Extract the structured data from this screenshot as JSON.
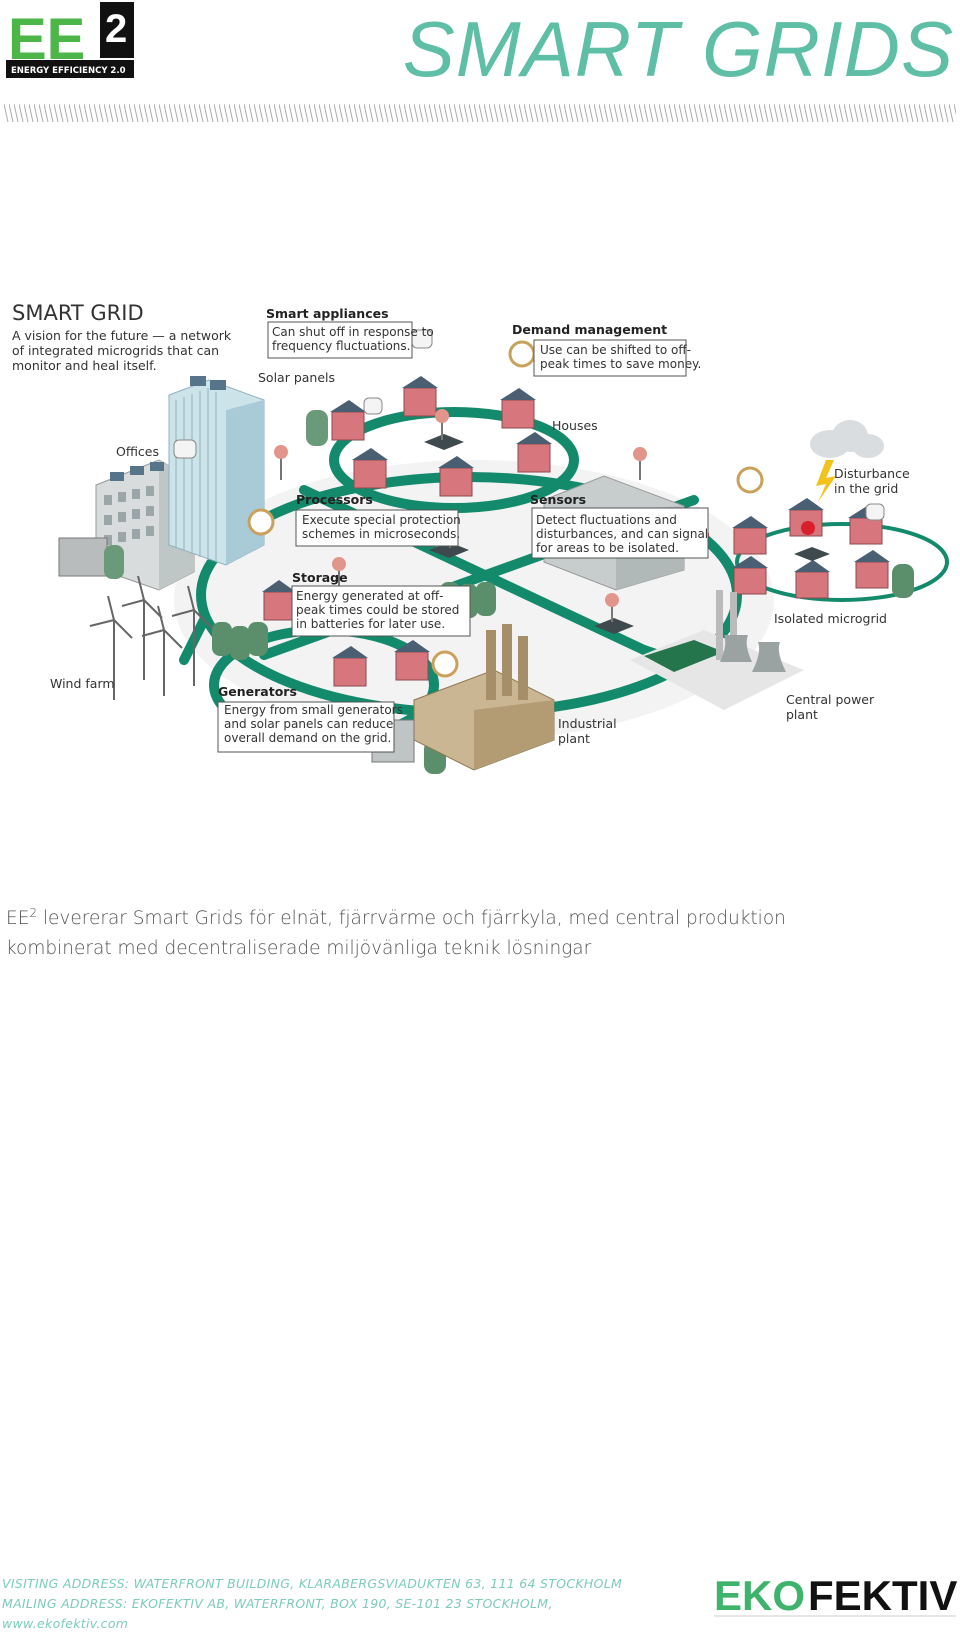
{
  "header": {
    "logo": {
      "mark": "EE",
      "superscript": "2",
      "tagline": "ENERGY EFFICIENCY 2.0"
    },
    "title": "SMART GRIDS"
  },
  "diagram": {
    "title": "SMART GRID",
    "subtitle_lines": [
      "A vision for the future — a network",
      "of integrated microgrids that can",
      "monitor and heal itself."
    ],
    "callouts": {
      "smart_appliances": {
        "heading": "Smart appliances",
        "lines": [
          "Can shut off in response to",
          "frequency fluctuations."
        ]
      },
      "demand_management": {
        "heading": "Demand management",
        "lines": [
          "Use can be shifted to off-",
          "peak times to save money."
        ]
      },
      "processors": {
        "heading": "Processors",
        "lines": [
          "Execute special protection",
          "schemes in microseconds."
        ]
      },
      "sensors": {
        "heading": "Sensors",
        "lines": [
          "Detect fluctuations and",
          "disturbances, and can signal",
          "for areas to be isolated."
        ]
      },
      "storage": {
        "heading": "Storage",
        "lines": [
          "Energy generated at off-",
          "peak times could be stored",
          "in batteries for later use."
        ]
      },
      "generators": {
        "heading": "Generators",
        "lines": [
          "Energy from small generators",
          "and solar panels can reduce",
          "overall demand on the grid."
        ]
      }
    },
    "labels": {
      "solar_panels": "Solar panels",
      "houses": "Houses",
      "offices": "Offices",
      "disturbance": [
        "Disturbance",
        "in the grid"
      ],
      "isolated_microgrid": "Isolated microgrid",
      "wind_farm": "Wind farm",
      "industrial_plant": [
        "Industrial",
        "plant"
      ],
      "central_power_plant": [
        "Central power",
        "plant"
      ]
    }
  },
  "intro": {
    "line1_prefix": "EE",
    "line1_sup": "2",
    "line1_rest": " levererar Smart Grids för elnät, fjärrvärme och  fjärrkyla, med central produktion",
    "line2": "kombinerat med decentraliserade miljövänliga teknik lösningar"
  },
  "footer": {
    "visiting": "VISITING ADDRESS: WATERFRONT BUILDING, KLARABERGSVIADUKTEN 63, 111 64 STOCKHOLM",
    "mailing": "MAILING ADDRESS: EKOFEKTIV AB, WATERFRONT, BOX 190, SE-101 23 STOCKHOLM,",
    "web": "www.ekofektiv.com",
    "logo_part1": "EKO",
    "logo_part2": "FEKTIV"
  },
  "colors": {
    "title_teal": "#5fbfa6",
    "grid_green": "#138a6c",
    "logo_green": "#3db36b",
    "footer_text": "#7ccbbb"
  }
}
